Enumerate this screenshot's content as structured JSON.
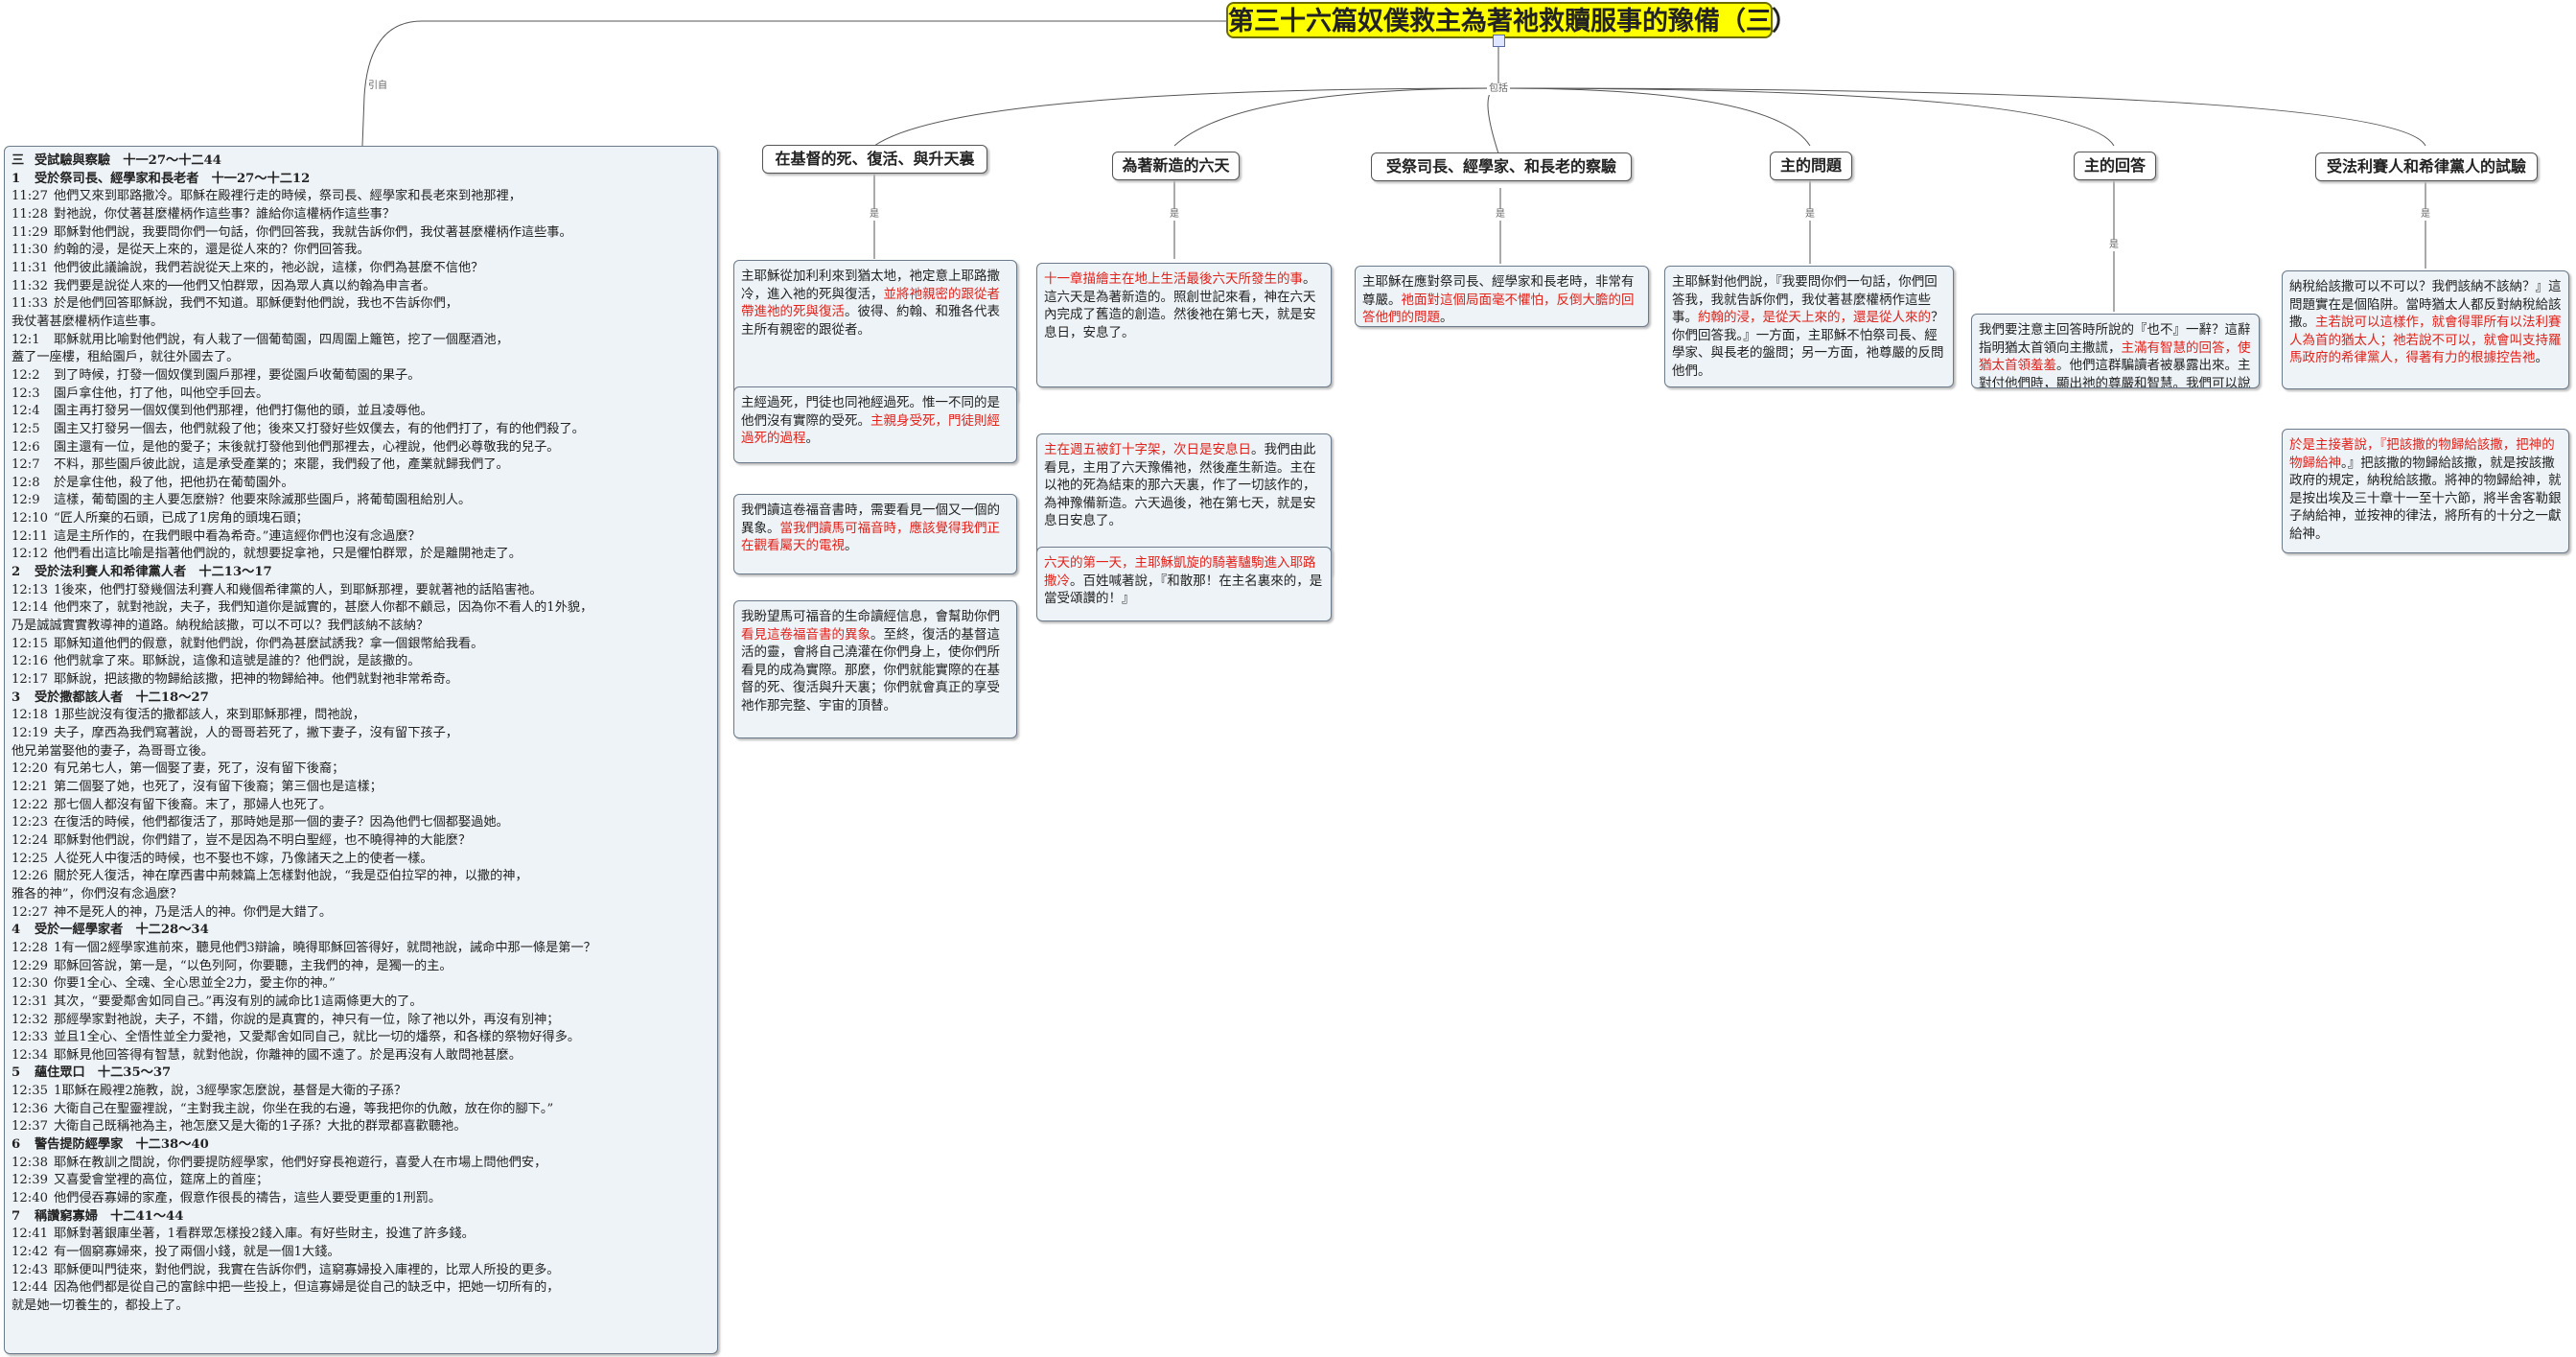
{
  "title": "第三十六篇奴僕救主為著祂救贖服事的豫備（三）",
  "labels": {
    "left_rel": "引自",
    "center_rel": "包括",
    "sub_rel": "是"
  },
  "colors": {
    "root_bg": "#ffff00",
    "note_bg": "#eef3f7",
    "highlight": "#e0221a"
  },
  "outline": [
    {
      "type": "h",
      "num": "三",
      "text": "受試驗與察驗　十一27～十二44"
    },
    {
      "type": "h",
      "num": "1",
      "text": "受於祭司長、經學家和長老者　十一27～十二12"
    },
    {
      "type": "v",
      "ref": "11:27",
      "text": "他們又來到耶路撒冷。耶穌在殿裡行走的時候，祭司長、經學家和長老來到祂那裡，"
    },
    {
      "type": "v",
      "ref": "11:28",
      "text": "對祂說，你仗著甚麼權柄作這些事？誰給你這權柄作這些事？"
    },
    {
      "type": "v",
      "ref": "11:29",
      "text": "耶穌對他們說，我要問你們一句話，你們回答我，我就告訴你們，我仗著甚麼權柄作這些事。"
    },
    {
      "type": "v",
      "ref": "11:30",
      "text": "約翰的浸，是從天上來的，還是從人來的？你們回答我。"
    },
    {
      "type": "v",
      "ref": "11:31",
      "text": "他們彼此議論說，我們若說從天上來的，祂必說，這樣，你們為甚麼不信他？"
    },
    {
      "type": "v",
      "ref": "11:32",
      "text": "我們要是說從人來的──他們又怕群眾，因為眾人真以約翰為申言者。"
    },
    {
      "type": "v",
      "ref": "11:33",
      "text": "於是他們回答耶穌說，我們不知道。耶穌便對他們說，我也不告訴你們，"
    },
    {
      "type": "c",
      "text": "我仗著甚麼權柄作這些事。"
    },
    {
      "type": "v",
      "ref": "12:1",
      "text": "耶穌就用比喻對他們說，有人栽了一個葡萄園，四周圍上籬笆，挖了一個壓酒池，"
    },
    {
      "type": "c",
      "text": "蓋了一座樓，租給園戶，就往外國去了。"
    },
    {
      "type": "v",
      "ref": "12:2",
      "text": "到了時候，打發一個奴僕到園戶那裡，要從園戶收葡萄園的果子。"
    },
    {
      "type": "v",
      "ref": "12:3",
      "text": "園戶拿住他，打了他，叫他空手回去。"
    },
    {
      "type": "v",
      "ref": "12:4",
      "text": "園主再打發另一個奴僕到他們那裡，他們打傷他的頭，並且凌辱他。"
    },
    {
      "type": "v",
      "ref": "12:5",
      "text": "園主又打發另一個去，他們就殺了他；後來又打發好些奴僕去，有的他們打了，有的他們殺了。"
    },
    {
      "type": "v",
      "ref": "12:6",
      "text": "園主還有一位，是他的愛子；末後就打發他到他們那裡去，心裡說，他們必尊敬我的兒子。"
    },
    {
      "type": "v",
      "ref": "12:7",
      "text": "不料，那些園戶彼此說，這是承受產業的；來罷，我們殺了他，產業就歸我們了。"
    },
    {
      "type": "v",
      "ref": "12:8",
      "text": "於是拿住他，殺了他，把他扔在葡萄園外。"
    },
    {
      "type": "v",
      "ref": "12:9",
      "text": "這樣，葡萄園的主人要怎麼辦？他要來除滅那些園戶，將葡萄園租給別人。"
    },
    {
      "type": "v",
      "ref": "12:10",
      "text": "“匠人所棄的石頭，已成了1房角的頭塊石頭；"
    },
    {
      "type": "v",
      "ref": "12:11",
      "text": "這是主所作的，在我們眼中看為希奇。”連這經你們也沒有念過麼？"
    },
    {
      "type": "v",
      "ref": "12:12",
      "text": "他們看出這比喻是指著他們說的，就想要捉拿祂，只是懼怕群眾，於是離開祂走了。"
    },
    {
      "type": "h",
      "num": "2",
      "text": "受於法利賽人和希律黨人者　十二13～17"
    },
    {
      "type": "v",
      "ref": "12:13",
      "text": "1後來，他們打發幾個法利賽人和幾個希律黨的人，到耶穌那裡，要就著祂的話陷害祂。"
    },
    {
      "type": "v",
      "ref": "12:14",
      "text": "他們來了，就對祂說，夫子，我們知道你是誠實的，甚麼人你都不顧忌，因為你不看人的1外貌，"
    },
    {
      "type": "c",
      "text": "乃是誠誠實實教導神的道路。納稅給該撒，可以不可以？我們該納不該納？"
    },
    {
      "type": "v",
      "ref": "12:15",
      "text": "耶穌知道他們的假意，就對他們說，你們為甚麼試誘我？拿一個銀幣給我看。"
    },
    {
      "type": "v",
      "ref": "12:16",
      "text": "他們就拿了來。耶穌說，這像和這號是誰的？他們說，是該撒的。"
    },
    {
      "type": "v",
      "ref": "12:17",
      "text": "耶穌說，把該撒的物歸給該撒，把神的物歸給神。他們就對祂非常希奇。"
    },
    {
      "type": "h",
      "num": "3",
      "text": "受於撒都該人者　十二18～27"
    },
    {
      "type": "v",
      "ref": "12:18",
      "text": "1那些說沒有復活的撒都該人，來到耶穌那裡，問祂說，"
    },
    {
      "type": "v",
      "ref": "12:19",
      "text": "夫子，摩西為我們寫著說，人的哥哥若死了，撇下妻子，沒有留下孩子，"
    },
    {
      "type": "c",
      "text": "他兄弟當娶他的妻子，為哥哥立後。"
    },
    {
      "type": "v",
      "ref": "12:20",
      "text": "有兄弟七人，第一個娶了妻，死了，沒有留下後裔；"
    },
    {
      "type": "v",
      "ref": "12:21",
      "text": "第二個娶了她，也死了，沒有留下後裔；第三個也是這樣；"
    },
    {
      "type": "v",
      "ref": "12:22",
      "text": "那七個人都沒有留下後裔。末了，那婦人也死了。"
    },
    {
      "type": "v",
      "ref": "12:23",
      "text": "在復活的時候，他們都復活了，那時她是那一個的妻子？因為他們七個都娶過她。"
    },
    {
      "type": "v",
      "ref": "12:24",
      "text": "耶穌對他們說，你們錯了，豈不是因為不明白聖經，也不曉得神的大能麼？"
    },
    {
      "type": "v",
      "ref": "12:25",
      "text": "人從死人中復活的時候，也不娶也不嫁，乃像諸天之上的使者一樣。"
    },
    {
      "type": "v",
      "ref": "12:26",
      "text": "關於死人復活，神在摩西書中荊棘篇上怎樣對他說，“我是亞伯拉罕的神，以撒的神，"
    },
    {
      "type": "c",
      "text": "雅各的神”，你們沒有念過麼？"
    },
    {
      "type": "v",
      "ref": "12:27",
      "text": "神不是死人的神，乃是活人的神。你們是大錯了。"
    },
    {
      "type": "h",
      "num": "4",
      "text": "受於一經學家者　十二28～34"
    },
    {
      "type": "v",
      "ref": "12:28",
      "text": "1有一個2經學家進前來，聽見他們3辯論，曉得耶穌回答得好，就問祂說，誡命中那一條是第一？"
    },
    {
      "type": "v",
      "ref": "12:29",
      "text": "耶穌回答說，第一是，“以色列阿，你要聽，主我們的神，是獨一的主。"
    },
    {
      "type": "v",
      "ref": "12:30",
      "text": "你要1全心、全魂、全心思並全2力，愛主你的神。”"
    },
    {
      "type": "v",
      "ref": "12:31",
      "text": "其次，“要愛鄰舍如同自己。”再沒有別的誡命比1這兩條更大的了。"
    },
    {
      "type": "v",
      "ref": "12:32",
      "text": "那經學家對祂說，夫子，不錯，你說的是真實的，神只有一位，除了祂以外，再沒有別神；"
    },
    {
      "type": "v",
      "ref": "12:33",
      "text": "並且1全心、全悟性並全力愛祂，又愛鄰舍如同自己，就比一切的燔祭，和各樣的祭物好得多。"
    },
    {
      "type": "v",
      "ref": "12:34",
      "text": "耶穌見他回答得有智慧，就對他說，你離神的國不遠了。於是再沒有人敢問祂甚麼。"
    },
    {
      "type": "h",
      "num": "5",
      "text": "蘊住眾口　十二35～37"
    },
    {
      "type": "v",
      "ref": "12:35",
      "text": "1耶穌在殿裡2施教，說，3經學家怎麼說，基督是大衛的子孫？"
    },
    {
      "type": "v",
      "ref": "12:36",
      "text": "大衛自己在聖靈裡說，“主對我主說，你坐在我的右邊，等我把你的仇敵，放在你的腳下。”"
    },
    {
      "type": "v",
      "ref": "12:37",
      "text": "大衛自己既稱祂為主，祂怎麼又是大衛的1子孫？大批的群眾都喜歡聽祂。"
    },
    {
      "type": "h",
      "num": "6",
      "text": "警告提防經學家　十二38～40"
    },
    {
      "type": "v",
      "ref": "12:38",
      "text": "耶穌在教訓之間說，你們要提防經學家，他們好穿長袍遊行，喜愛人在市場上問他們安，"
    },
    {
      "type": "v",
      "ref": "12:39",
      "text": "又喜愛會堂裡的高位，筵席上的首座；"
    },
    {
      "type": "v",
      "ref": "12:40",
      "text": "他們侵吞寡婦的家產，假意作很長的禱告，這些人要受更重的1刑罰。"
    },
    {
      "type": "h",
      "num": "7",
      "text": "稱讚窮寡婦　十二41～44"
    },
    {
      "type": "v",
      "ref": "12:41",
      "text": "耶穌對著銀庫坐著，1看群眾怎樣投2錢入庫。有好些財主，投進了許多錢。"
    },
    {
      "type": "v",
      "ref": "12:42",
      "text": "有一個窮寡婦來，投了兩個小錢，就是一個1大錢。"
    },
    {
      "type": "v",
      "ref": "12:43",
      "text": "耶穌便叫門徒來，對他們說，我實在告訴你們，這窮寡婦投入庫裡的，比眾人所投的更多。"
    },
    {
      "type": "v",
      "ref": "12:44",
      "text": "因為他們都是從自己的富餘中把一些投上，但這寡婦是從自己的缺乏中，把她一切所有的，"
    },
    {
      "type": "c",
      "text": "就是她一切養生的，都投上了。"
    }
  ],
  "branches": [
    {
      "label": "在基督的死、復活、與升天裏",
      "notes": [
        [
          {
            "t": "主耶穌從加利利來到猶太地，祂定意上耶路撒冷，進入祂的死與復活，"
          },
          {
            "t": "並將祂親密的跟從者帶進祂的死與復活",
            "red": true
          },
          {
            "t": "。彼得、約翰、和雅各代表主所有親密的跟從者。"
          }
        ],
        [
          {
            "t": "主經過死，門徒也同祂經過死。惟一不同的是他們沒有實際的受死。"
          },
          {
            "t": "主親身受死，門徒則經過死的過程",
            "red": true
          },
          {
            "t": "。"
          }
        ],
        [
          {
            "t": "我們讀這卷福音書時，需要看見一個又一個的異象。"
          },
          {
            "t": "當我們讀馬可福音時，應該覺得我們正在觀看屬天的電視",
            "red": true
          },
          {
            "t": "。"
          }
        ],
        [
          {
            "t": "我盼望馬可福音的生命讀經信息，會幫助你們"
          },
          {
            "t": "看見這卷福音書的異象",
            "red": true
          },
          {
            "t": "。至終，復活的基督這活的靈，會將自己澆灌在你們身上，使你們所看見的成為實際。那麼，你們就能實際的在基督的死、復活與升天裏；你們就會真正的享受祂作那完整、宇宙的頂替。"
          }
        ]
      ]
    },
    {
      "label": "為著新造的六天",
      "notes": [
        [
          {
            "t": "十一章描繪主在地上生活最後六天所發生的事",
            "red": true
          },
          {
            "t": "。這六天是為著新造的。照創世記來看，神在六天內完成了舊造的創造。然後祂在第七天，就是安息日，安息了。"
          }
        ],
        [
          {
            "t": "主在週五被釘十字架，次日是安息日",
            "red": true
          },
          {
            "t": "。我們由此看見，主用了六天豫備祂，然後產生新造。主在以祂的死為結束的那六天裏，作了一切該作的，為神豫備新造。六天過後，祂在第七天，就是安息日安息了。"
          }
        ],
        [
          {
            "t": "六天的第一天，主耶穌凱旋的騎著驢駒進入耶路撒冷",
            "red": true
          },
          {
            "t": "。百姓喊著說，『和散那！在主名裏來的，是當受頌讚的！』"
          }
        ]
      ]
    },
    {
      "label": "受祭司長、經學家、和長老的察驗",
      "notes": [
        [
          {
            "t": "主耶穌在應對祭司長、經學家和長老時，非常有尊嚴。"
          },
          {
            "t": "祂面對這個局面毫不懼怕，反倒大膽的回答他們的問題",
            "red": true
          },
          {
            "t": "。"
          }
        ]
      ]
    },
    {
      "label": "主的問題",
      "notes": [
        [
          {
            "t": "主耶穌對他們說，『我要問你們一句話，你們回答我，我就告訴你們，我仗著甚麼權柄作這些事。"
          },
          {
            "t": "約翰的浸，是從天上來的，還是從人來的",
            "red": true
          },
          {
            "t": "？你們回答我。』一方面，主耶穌不怕祭司長、經學家、與長老的盤問；另一方面，祂尊嚴的反問他們。"
          }
        ]
      ]
    },
    {
      "label": "主的回答",
      "notes": [
        [
          {
            "t": "我們要注意主回答時所說的『也不』一辭？這辭指明猶太首領向主撒謊，"
          },
          {
            "t": "主滿有智慧的回答，使猶太首領羞羞",
            "red": true
          },
          {
            "t": "。他們這群騙讀者被暴露出來。主對付他們時，顯出祂的尊嚴和智慧。我們可以說祂的尊嚴是屬人的，祂的智慧是屬神的。"
          }
        ]
      ]
    },
    {
      "label": "受法利賽人和希律黨人的試驗",
      "notes": [
        [
          {
            "t": "納稅給該撒可以不可以？我們該納不該納？』這問題實在是個陷阱。當時猶太人都反對納稅給該撒。"
          },
          {
            "t": "主若說可以這樣作，就會得罪所有以法利賽人為首的猶太人；祂若說不可以，就會叫支持羅馬政府的希律黨人，得著有力的根據控告祂",
            "red": true
          },
          {
            "t": "。"
          }
        ],
        [
          {
            "t": "於是主接著說，『把該撒的物歸給該撒，把神的物歸給神",
            "red": true
          },
          {
            "t": "。』把該撒的物歸給該撒，就是按該撒政府的規定，納稅給該撒。將神的物歸給神，就是按出埃及三十章十一至十六節，將半舍客勒銀子納給神，並按神的律法，將所有的十分之一獻給神。"
          }
        ]
      ]
    }
  ]
}
